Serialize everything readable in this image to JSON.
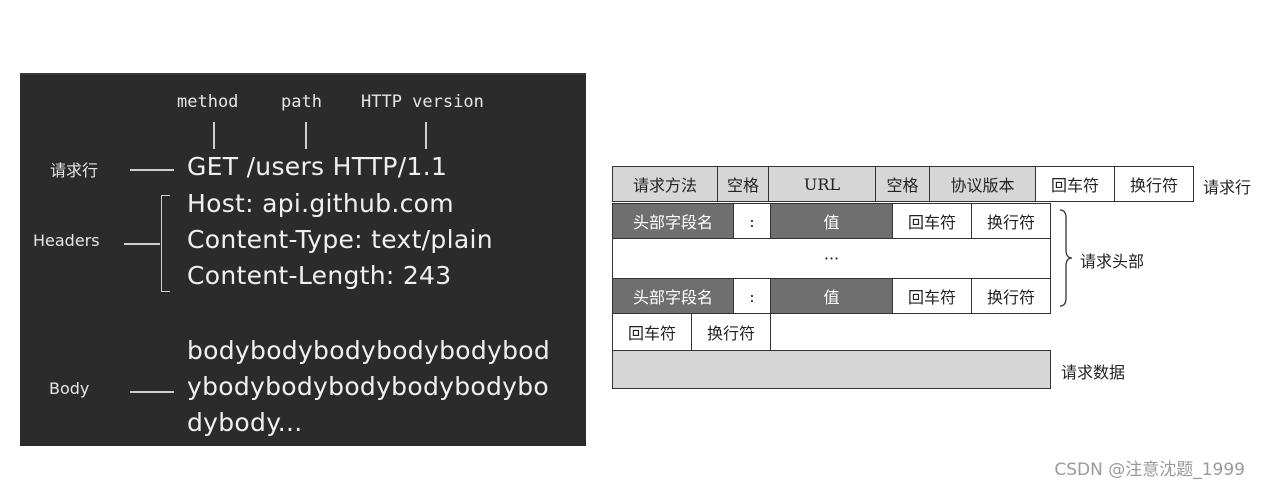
{
  "left": {
    "top_labels": {
      "method": "method",
      "path": "path",
      "version": "HTTP version"
    },
    "request_line_label": "请求行",
    "request_line": "GET /users HTTP/1.1",
    "headers_label": "Headers",
    "headers": [
      "Host: api.github.com",
      "Content-Type: text/plain",
      "Content-Length: 243"
    ],
    "body_label": "Body",
    "body_lines": [
      "bodybodybodybodybodybod",
      "ybodybodybodybodybodybo",
      "dybody..."
    ]
  },
  "right": {
    "row1": [
      "请求方法",
      "空格",
      "URL",
      "空格",
      "协议版本",
      "回车符",
      "换行符"
    ],
    "row1_label": "请求行",
    "header_row": [
      "头部字段名",
      ":",
      "值",
      "回车符",
      "换行符"
    ],
    "ellipsis": "···",
    "header_label": "请求头部",
    "crlf": [
      "回车符",
      "换行符"
    ],
    "data_label": "请求数据"
  },
  "watermark": "CSDN @注意沈题_1999"
}
